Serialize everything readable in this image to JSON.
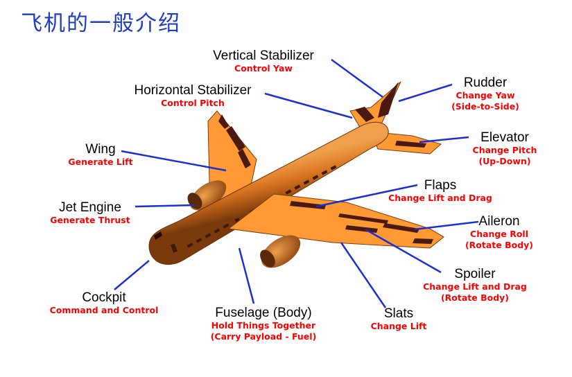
{
  "title": "飞机的一般介绍",
  "parts": {
    "vertical_stabilizer": {
      "name": "Vertical Stabilizer",
      "desc": [
        "Control Yaw"
      ]
    },
    "horizontal_stabilizer": {
      "name": "Horizontal Stabilizer",
      "desc": [
        "Control Pitch"
      ]
    },
    "rudder": {
      "name": "Rudder",
      "desc": [
        "Change Yaw",
        "(Side-to-Side)"
      ]
    },
    "elevator": {
      "name": "Elevator",
      "desc": [
        "Change Pitch",
        "(Up-Down)"
      ]
    },
    "wing": {
      "name": "Wing",
      "desc": [
        "Generate Lift"
      ]
    },
    "flaps": {
      "name": "Flaps",
      "desc": [
        "Change Lift and Drag"
      ]
    },
    "jet_engine": {
      "name": "Jet Engine",
      "desc": [
        "Generate Thrust"
      ]
    },
    "aileron": {
      "name": "Aileron",
      "desc": [
        "Change Roll",
        "(Rotate Body)"
      ]
    },
    "spoiler": {
      "name": "Spoiler",
      "desc": [
        "Change Lift and Drag",
        "(Rotate Body)"
      ]
    },
    "cockpit": {
      "name": "Cockpit",
      "desc": [
        "Command and Control"
      ]
    },
    "fuselage": {
      "name": "Fuselage (Body)",
      "desc": [
        "Hold Things Together",
        "(Carry Payload - Fuel)"
      ]
    },
    "slats": {
      "name": "Slats",
      "desc": [
        "Change Lift"
      ]
    }
  },
  "colors": {
    "title": "#1f3fc0",
    "leader": "#1a2fd6",
    "desc": "#ff0000",
    "airframe": "#ff9933",
    "fuselage": "#d9731f",
    "control_surface": "#4a1a12"
  }
}
